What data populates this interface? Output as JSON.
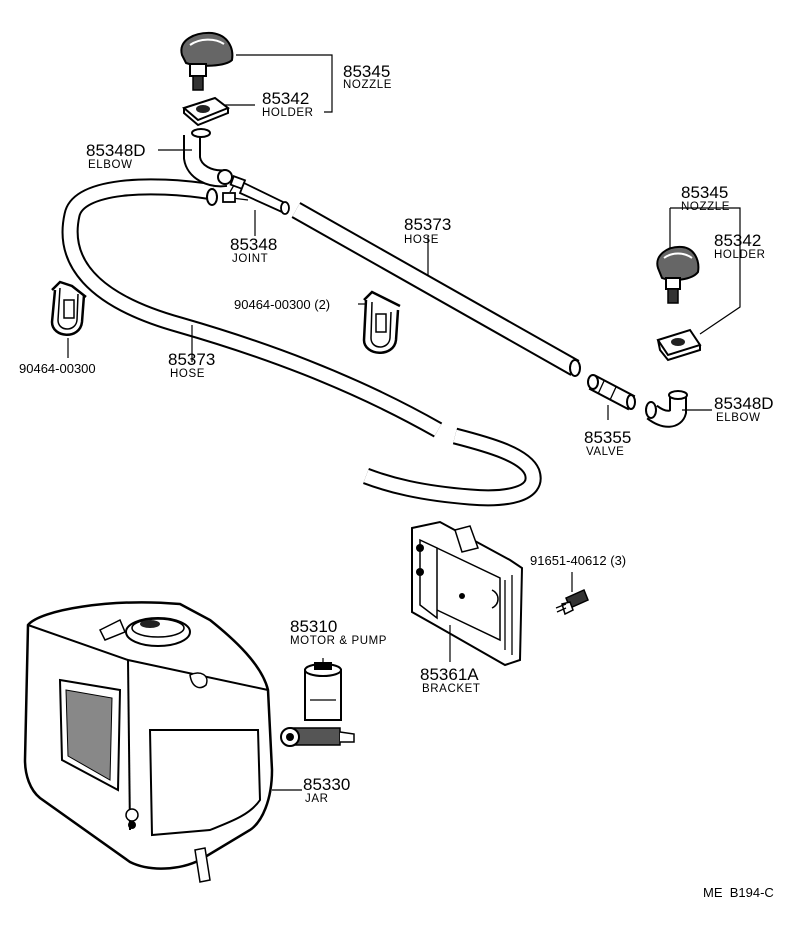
{
  "parts": {
    "nozzle_top": {
      "number": "85345",
      "name": "NOZZLE"
    },
    "holder_top": {
      "number": "85342",
      "name": "HOLDER"
    },
    "elbow_top": {
      "number": "85348D",
      "name": "ELBOW"
    },
    "joint": {
      "number": "85348",
      "name": "JOINT"
    },
    "hose_upper": {
      "number": "85373",
      "name": "HOSE"
    },
    "clip_left": {
      "number": "90464-00300"
    },
    "clip_mid": {
      "number": "90464-00300 (2)"
    },
    "hose_left": {
      "number": "85373",
      "name": "HOSE"
    },
    "nozzle_right": {
      "number": "85345",
      "name": "NOZZLE"
    },
    "holder_right": {
      "number": "85342",
      "name": "HOLDER"
    },
    "elbow_right": {
      "number": "85348D",
      "name": "ELBOW"
    },
    "valve": {
      "number": "85355",
      "name": "VALVE"
    },
    "bolt": {
      "number": "91651-40612 (3)"
    },
    "motor_pump": {
      "number": "85310",
      "name": "MOTOR & PUMP"
    },
    "bracket": {
      "number": "85361A",
      "name": "BRACKET"
    },
    "jar": {
      "number": "85330",
      "name": "JAR"
    }
  },
  "catalog_code": "ME  B194-C"
}
